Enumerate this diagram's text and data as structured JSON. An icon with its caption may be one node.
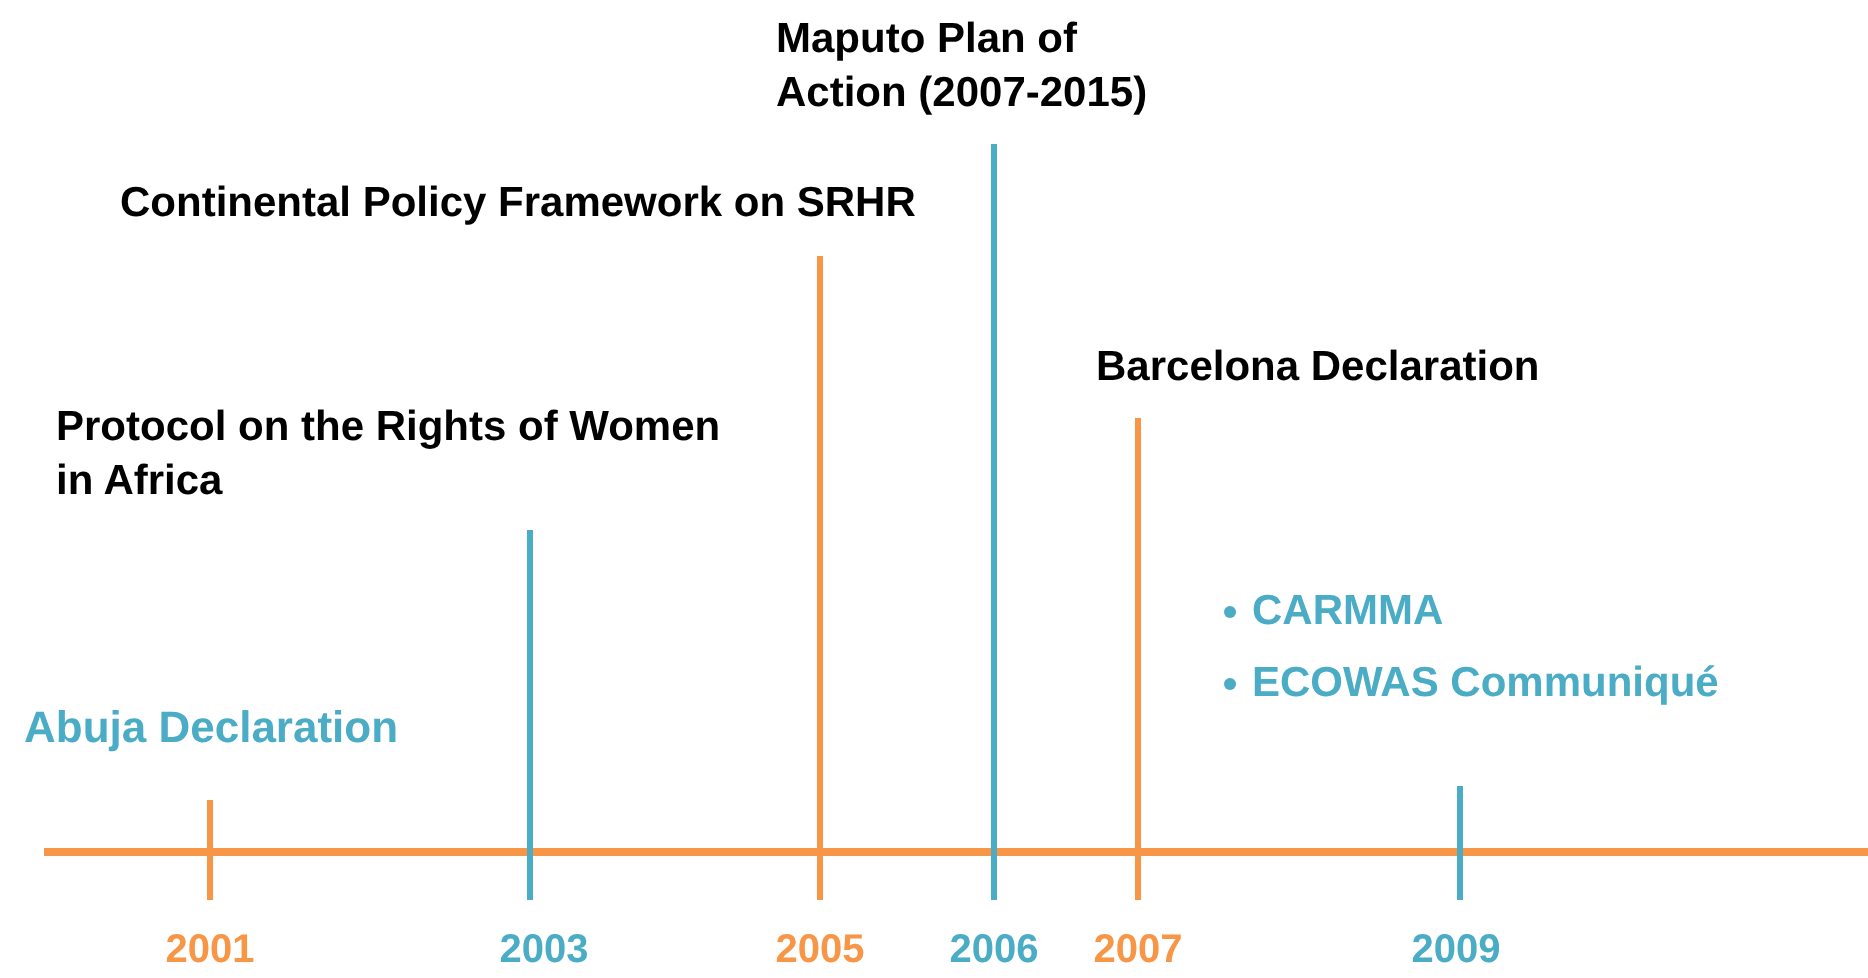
{
  "diagram": {
    "labels": [
      "Maputo Plan of Action (2007-2015)",
      "Continental Policy Framework on SRHR",
      "Barcelona Declaration",
      "Protocol on the Rights of Women in Africa",
      "CARMMA",
      "ECOWAS Communiqué",
      "Abuja Declaration",
      "2001",
      "2003",
      "2005",
      "2006",
      "2007",
      "2009"
    ]
  }
}
